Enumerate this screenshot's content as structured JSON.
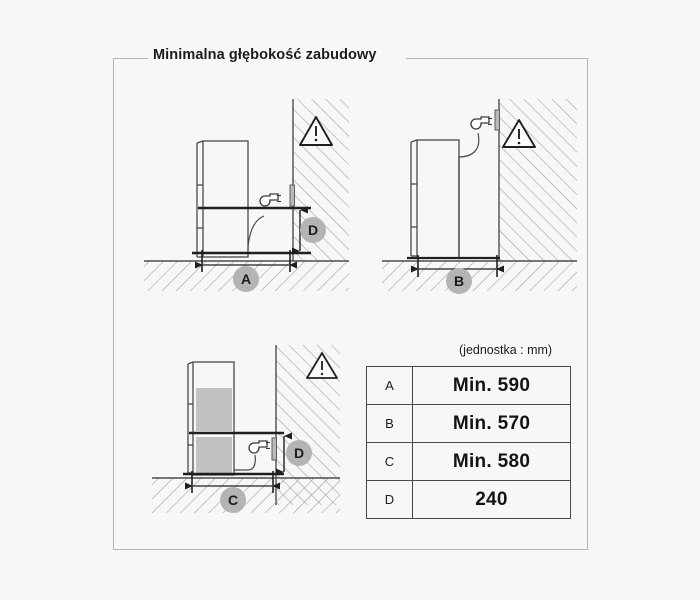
{
  "panel": {
    "title": "Minimalna głębokość zabudowy"
  },
  "table": {
    "unit_note": "(jednostka : mm)",
    "rows": [
      {
        "key": "A",
        "value": "Min. 590"
      },
      {
        "key": "B",
        "value": "Min. 570"
      },
      {
        "key": "C",
        "value": "Min. 580"
      },
      {
        "key": "D",
        "value": "240"
      }
    ]
  },
  "diagrams": [
    {
      "id": "diagram-a",
      "badges": [
        {
          "label": "A",
          "kind": "horizontal-dimension"
        },
        {
          "label": "D",
          "kind": "vertical-dimension"
        }
      ],
      "icons": [
        "warning-triangle-icon",
        "power-plug-icon",
        "wall-socket-icon"
      ]
    },
    {
      "id": "diagram-b",
      "badges": [
        {
          "label": "B",
          "kind": "horizontal-dimension"
        }
      ],
      "icons": [
        "warning-triangle-icon",
        "power-plug-icon",
        "wall-socket-icon"
      ]
    },
    {
      "id": "diagram-c",
      "badges": [
        {
          "label": "C",
          "kind": "horizontal-dimension"
        },
        {
          "label": "D",
          "kind": "vertical-dimension"
        }
      ],
      "icons": [
        "warning-triangle-icon",
        "power-plug-icon",
        "wall-socket-icon"
      ]
    }
  ],
  "colors": {
    "background": "#f7f7f7",
    "panel_border": "#b5b5b5",
    "line": "#3c3c3c",
    "hatch": "#9a9a9a",
    "badge_fill": "#b4b4b4",
    "appliance_fill": "#c2c2c2",
    "table_border": "#4a4a4a",
    "text": "#1c1c1c"
  }
}
